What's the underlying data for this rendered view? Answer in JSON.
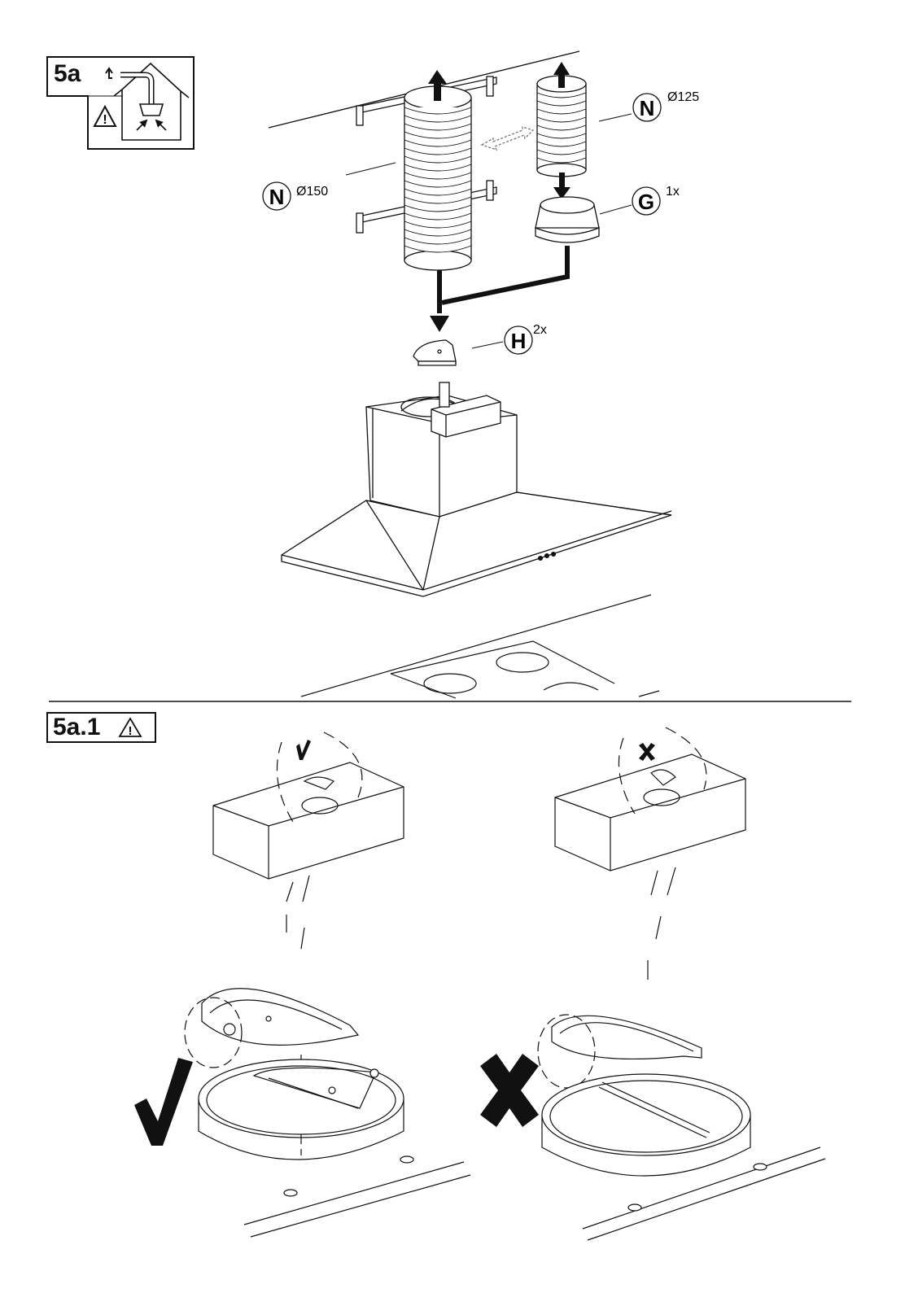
{
  "step_main": {
    "label": "5a"
  },
  "step_sub": {
    "label": "5a.1"
  },
  "callouts": {
    "n_150": {
      "letter": "N",
      "note": "Ø150"
    },
    "n_125": {
      "letter": "N",
      "note": "Ø125"
    },
    "g": {
      "letter": "G",
      "note": "1x"
    },
    "h": {
      "letter": "H",
      "note": "2x"
    }
  },
  "icons": {
    "warning": "warning-triangle-icon",
    "duct_house": "ducted-hood-house-icon",
    "check": "check-mark-icon",
    "cross": "cross-mark-icon"
  }
}
